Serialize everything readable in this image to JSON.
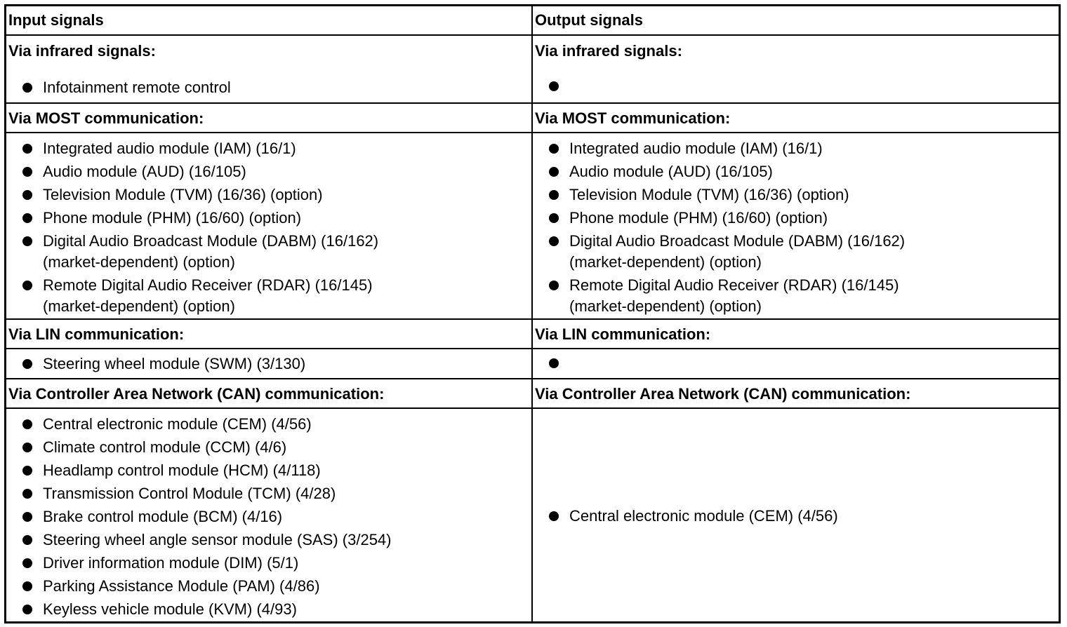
{
  "header": {
    "input_label": "Input signals",
    "output_label": "Output signals"
  },
  "sections": {
    "infrared": {
      "input_title": "Via infrared signals:",
      "output_title": "Via infrared signals:",
      "input_items": [
        "Infotainment remote control"
      ],
      "output_items": [
        ""
      ]
    },
    "most": {
      "input_title": "Via MOST communication:",
      "output_title": "Via MOST communication:",
      "input_items": [
        "Integrated audio module (IAM) (16/1)",
        "Audio module (AUD) (16/105)",
        "Television Module (TVM) (16/36) (option)",
        "Phone module (PHM) (16/60) (option)",
        "Digital Audio Broadcast Module (DABM) (16/162)",
        "(market-dependent) (option)",
        "Remote Digital Audio Receiver (RDAR) (16/145)",
        "(market-dependent) (option)"
      ],
      "output_items": [
        "Integrated audio module (IAM) (16/1)",
        "Audio module (AUD) (16/105)",
        "Television Module (TVM) (16/36) (option)",
        "Phone module (PHM) (16/60) (option)",
        "Digital Audio Broadcast Module (DABM) (16/162)",
        "(market-dependent) (option)",
        "Remote Digital Audio Receiver (RDAR) (16/145)",
        "(market-dependent) (option)"
      ]
    },
    "lin": {
      "input_title": "Via LIN communication:",
      "output_title": "Via LIN communication:",
      "input_items": [
        "Steering wheel module (SWM) (3/130)"
      ],
      "output_items": [
        ""
      ]
    },
    "can": {
      "input_title": "Via Controller Area Network (CAN) communication:",
      "output_title": "Via Controller Area Network (CAN) communication:",
      "input_items": [
        "Central electronic module (CEM) (4/56)",
        "Climate control module (CCM) (4/6)",
        "Headlamp control module (HCM) (4/118)",
        "Transmission Control Module (TCM) (4/28)",
        "Brake control module (BCM) (4/16)",
        "Steering wheel angle sensor module (SAS) (3/254)",
        "Driver information module (DIM) (5/1)",
        "Parking Assistance Module (PAM) (4/86)",
        "Keyless vehicle module (KVM) (4/93)"
      ],
      "output_items": [
        "Central electronic module (CEM) (4/56)"
      ]
    }
  }
}
